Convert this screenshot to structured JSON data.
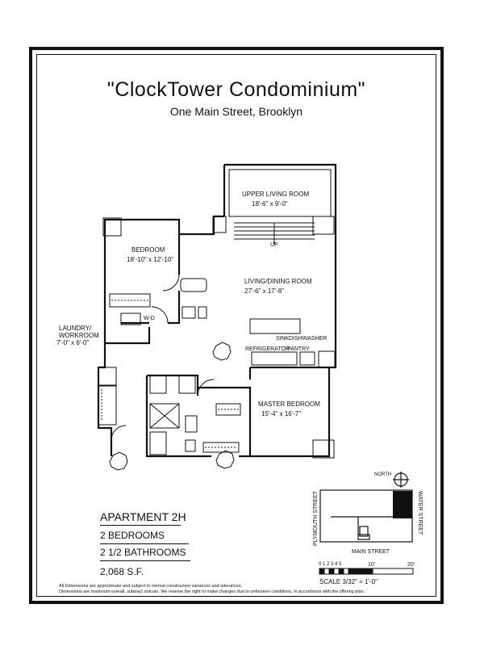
{
  "header": {
    "title": "\"ClockTower Condominium\"",
    "address": "One Main Street, Brooklyn"
  },
  "rooms": {
    "upper_living": {
      "name": "UPPER LIVING ROOM",
      "dims": "18'-6\" x 9'-0\""
    },
    "bedroom": {
      "name": "BEDROOM",
      "dims": "18'-10\" x 12'-10\""
    },
    "living_dining": {
      "name": "LIVING/DINING ROOM",
      "dims": "27'-6\" x 17'-8\""
    },
    "laundry": {
      "name_line1": "LAUNDRY/",
      "name_line2": "WORKROOM",
      "dims": "7'-0\" x 6'-0\""
    },
    "master": {
      "name": "MASTER BEDROOM",
      "dims": "15'-4\" x 16'-7\""
    }
  },
  "fixtures": {
    "up": "UP",
    "wd": "W-D",
    "sink": "SINK",
    "dishwasher": "DISHWASHER",
    "refrigerator": "REFRIGERATOR",
    "pantry": "PANTRY"
  },
  "unit": {
    "apartment": "APARTMENT 2H",
    "bedrooms": "2 BEDROOMS",
    "bathrooms": "2 1/2 BATHROOMS",
    "area": "2,068 S.F."
  },
  "key_plan": {
    "north": "NORTH",
    "plymouth": "PLYMOUTH STREET",
    "water": "WATER STREET",
    "main": "MAIN STREET"
  },
  "scale": {
    "ticks": "0 1 2 3 4 5",
    "mark_10": "10'",
    "mark_20": "20'",
    "label": "SCALE 3/32\" = 1'-0\""
  },
  "disclaimer": {
    "line1": "All Dimensions are approximate and subject to normal construction variances and tolerances.",
    "line2": "Dimensions are maximum overall, subtract outcuts.   We reserve the right to make changes due to unforseen conditions, in accordance with the offering plan."
  }
}
